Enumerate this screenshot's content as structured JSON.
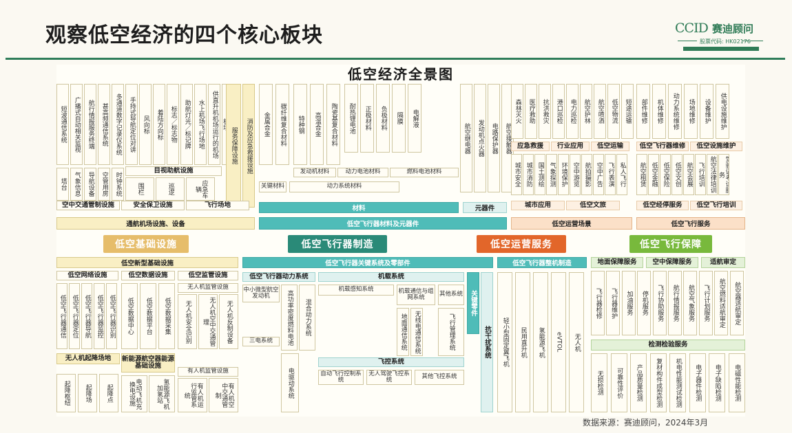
{
  "slide": {
    "title": "观察低空经济的四个核心板块",
    "logo": {
      "ccid": "CCID",
      "name": "赛迪顾问",
      "code": "股票代码: HK02176"
    },
    "source": "数据来源：赛迪顾问，2024年3月"
  },
  "diagram": {
    "title": "低空经济全景图",
    "pillars": {
      "infra": "低空基础设施",
      "manufacturing": "低空飞行器制造",
      "operations": "低空运营服务",
      "support": "低空飞行保障"
    },
    "top": {
      "infra_band": "通航机场设施、设备",
      "infra_sub": [
        "空中交通管制设施",
        "安全保卫设施",
        "飞行场地"
      ],
      "infra_cols": [
        "短波通信系统",
        "广播式自动相关监视",
        "航行情报服务终端",
        "甚高频通信系统",
        "多通道数字记录仪系统",
        "手持式导航定位对讲",
        "风向标",
        "着陆方向标",
        "标志／标志物",
        "助航灯光／标记牌",
        "水上机场飞行场地",
        "供直升机机场运行的机场",
        "供固定翼航空器运行的陆地机场",
        "服务保障设施",
        "消防及应急救援设施"
      ],
      "visual_aid": "目视助航设施",
      "visual_items": [
        "围栏",
        "巡逻",
        "应急车辆"
      ],
      "bottom_row": [
        "塔台",
        "气象信息",
        "导航设备",
        "空管用房",
        "时钟系统"
      ],
      "mat_band": "低空飞行器材料及元器件",
      "mat_sub": "材料",
      "comp_sub": "元器件",
      "mat_cols": [
        "金属合金",
        "碳纤维复合材料",
        "特种钢",
        "高温合金",
        "陶瓷基复合材料"
      ],
      "mat_small": [
        "耐热锂电池",
        "正极材料",
        "负极材料",
        "隔膜",
        "电解液"
      ],
      "mat_rows": [
        "发动机材料",
        "动力电池材料",
        "燃料电池材料",
        "关键材料",
        "动力系统材料"
      ],
      "comp_cols": [
        "航空继电器",
        "发动机点火器",
        "电路保护器",
        "航空接触器"
      ],
      "ops_band": "低空运营场景",
      "ops_sub": [
        "城市应用",
        "低空文旅"
      ],
      "ops_mid": [
        "应急救援",
        "行业应用",
        "低空运输"
      ],
      "ops_cols": [
        "森林灭火",
        "医疗救助",
        "抗洪救灾",
        "港口巡检",
        "电力巡检",
        "航空护林",
        "航空喷洒",
        "低空物流",
        "短途运输"
      ],
      "ops_row2": [
        "城市安全",
        "城市消防",
        "国土测绘",
        "气象探测",
        "环境保护",
        "空中游览",
        "航拍摄影",
        "空中广告",
        "飞行表演",
        "私人飞行"
      ],
      "svc_band": "低空飞行服务",
      "svc_sub": [
        "低空经停服务",
        "低空飞行培训"
      ],
      "svc_mid": [
        "低空飞行器维修",
        "低空设施维护"
      ],
      "svc_cols": [
        "部件维修",
        "机体维修",
        "动力系统维修",
        "场地维修",
        "设备维护",
        "供电设施维护"
      ],
      "svc_row2": [
        "航空租赁",
        "低空金融",
        "低空保险",
        "低空文创",
        "航空会展",
        "飞行培训",
        "航空法律培训",
        "驾驶证考试服务"
      ]
    },
    "bottom": {
      "new_infra": "低空新型基础设施",
      "net": "低空网络设施",
      "data": "低空数据设施",
      "sup": "低空监管设施",
      "net_cols": [
        "低空飞行器通信",
        "低空飞行器定位",
        "低空飞行器导航",
        "低空飞行器监控",
        "低空飞行器识别"
      ],
      "data_cols": [
        "低空数据中心",
        "低空数据平台",
        "低空数据采集"
      ],
      "sup_head": "无人机监管设施",
      "sup_cols": [
        "无人机安全识别",
        "无人机空中交通管理",
        "无人机反制设备"
      ],
      "landing": "无人机起降场地",
      "energy": "新能源航空器能源基础设施",
      "landing_cols": [
        "起降枢纽",
        "起降场",
        "起降点"
      ],
      "energy_cols": [
        "电动飞机充换电设施",
        "氢能源飞机加氢站"
      ],
      "sup_head2": "有人机监管设施",
      "sup_cols2": [
        "有人机运行监管系统",
        "有人机空中交通管制"
      ],
      "key_band": "低空飞行器关键系统及零部件",
      "power": "低空飞行器动力系统",
      "airborne": "机载系统",
      "power_items": [
        "中小微型航空发动机",
        "三电系统",
        "电驱动系统",
        "高功率密度燃料电池",
        "混合动力系统"
      ],
      "airborne_items": [
        "机载感知系统",
        "机载通信与组网系统",
        "其他系统",
        "地面通信系统",
        "无线电通信系统",
        "飞行管理系统"
      ],
      "flight_ctrl": "飞控系统",
      "flight_items": [
        "自动飞行控制系统",
        "无人驾驶飞控系统",
        "其他飞控系统"
      ],
      "key_parts": "关键零件",
      "anti": "抗干扰系统",
      "whole": "低空飞行器整机制造",
      "whole_cols": [
        "轻小型固定翼飞机",
        "民用直升机",
        "氢能源飞机",
        "eVTOL",
        "无人机"
      ],
      "ground": [
        "地面保障服务",
        "空中保障服务",
        "适航审定"
      ],
      "ground_cols": [
        "飞行器检修",
        "飞行器维护",
        "加油服务",
        "停机服务",
        "飞行协助服务",
        "航行情报服务",
        "航空气象服务",
        "飞行计划服务",
        "航空燃料适航审定",
        "航空器适航审定"
      ],
      "test": "检测检验服务",
      "test_cols": [
        "无损检测",
        "可靠性评价",
        "产品质量检测",
        "复材构件成型检测",
        "机电性能测试检测",
        "电子器件检测",
        "电子缺陷检测",
        "电磁性能检测"
      ]
    }
  },
  "colors": {
    "brand": "#2e7d59",
    "infra": "#e6bd6a",
    "manufacturing": "#2a8a78",
    "operations": "#e2662a",
    "support": "#78b93c"
  }
}
